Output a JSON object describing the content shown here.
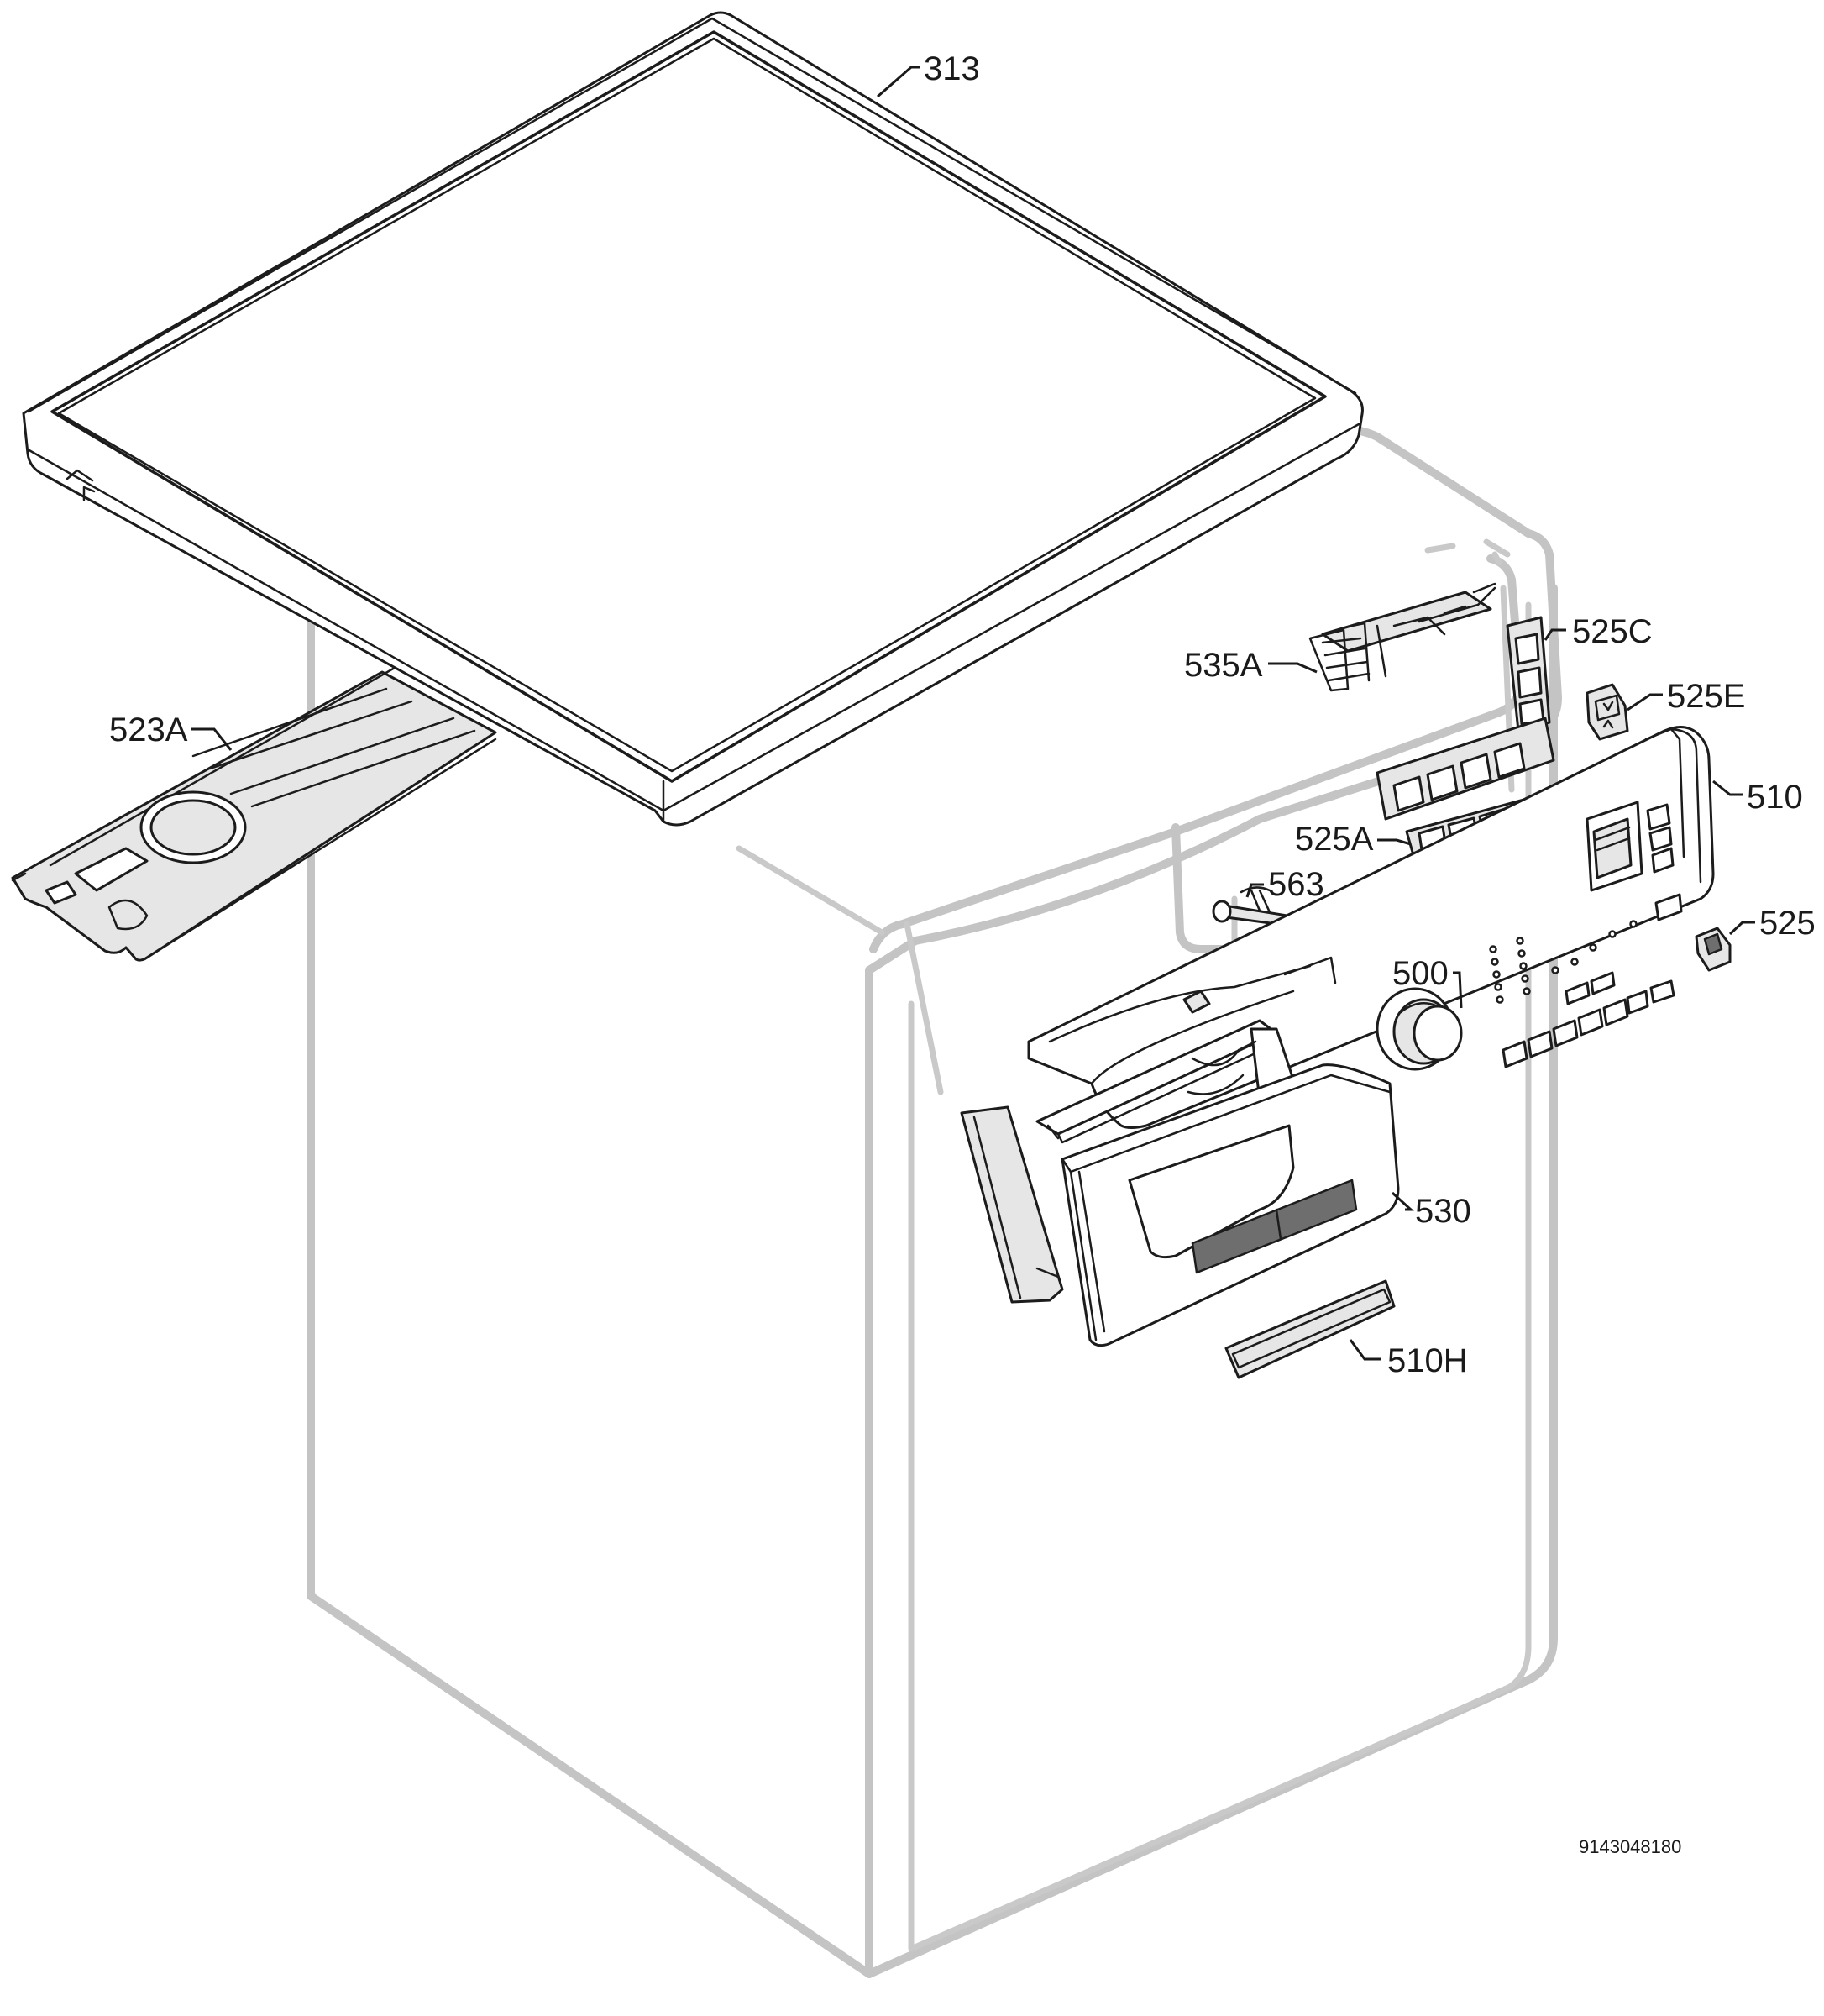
{
  "labels": {
    "l313": "313",
    "l523A": "523A",
    "l535A": "535A",
    "l525C": "525C",
    "l525E": "525E",
    "l510": "510",
    "l525A": "525A",
    "l563": "563",
    "l525": "525",
    "l500": "500",
    "l530": "530",
    "l510H": "510H"
  },
  "document_number": "9143048180",
  "colors": {
    "line": "#1c1c1c",
    "ghost_cabinet": "#c4c4c4",
    "part_fill": "#e6e6e6"
  }
}
